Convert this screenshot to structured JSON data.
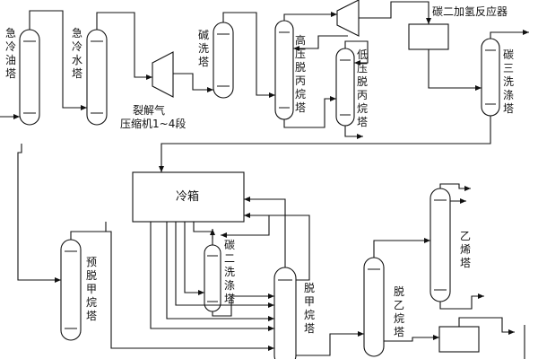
{
  "labels": {
    "quench_oil_tower": "急冷油塔",
    "quench_water_tower": "急冷水塔",
    "cracked_gas_compressor_1": "裂解气",
    "cracked_gas_compressor_2": "压缩机1~4段",
    "caustic_wash_tower": "碱洗塔",
    "hp_depropanizer": "高压脱丙烷塔",
    "lp_depropanizer": "低压脱丙烷塔",
    "c2_hydrogenation_reactor": "碳二加氢反应器",
    "c3_wash_tower": "碳三洗涤塔",
    "cold_box": "冷箱",
    "pre_demethanizer": "预脱甲烷塔",
    "c2_wash_tower": "碳二洗涤塔",
    "demethanizer": "脱甲烷塔",
    "deethanizer": "脱乙烷塔",
    "ethylene_tower": "乙烯塔"
  }
}
